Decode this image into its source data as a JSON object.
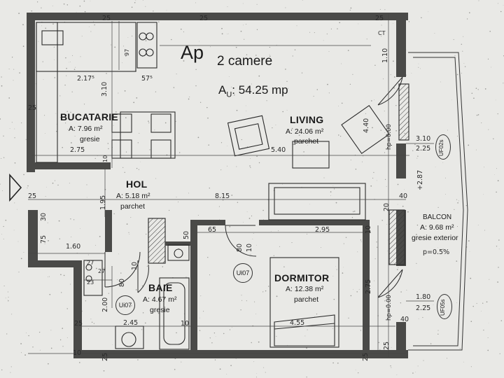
{
  "title": {
    "ap": "Ap",
    "rooms": "2 camere",
    "au_label": "A",
    "au_sub": "U",
    "au_value": ": 54.25 mp"
  },
  "rooms": {
    "bucatarie": {
      "name": "BUCATARIE",
      "area": "A: 7.96 m²",
      "material": "gresie"
    },
    "living": {
      "name": "LIVING",
      "area": "A: 24.06 m²",
      "material": "parchet"
    },
    "hol": {
      "name": "HOL",
      "area": "A: 5.18 m²",
      "material": "parchet"
    },
    "baie": {
      "name": "BAIE",
      "area": "A: 4.67 m²",
      "material": "gresie"
    },
    "dormitor": {
      "name": "DORMITOR",
      "area": "A: 12.38 m²",
      "material": "parchet"
    },
    "balcon": {
      "name": "BALCON",
      "area": "A: 9.68 m²",
      "material": "gresie exterior",
      "slope": "p=0.5%"
    }
  },
  "tags": {
    "ui07_living": "Ui07",
    "ui07_baie": "Ui07",
    "uf02s": "UF02s",
    "uf05s": "UF05s",
    "ct": "CT"
  },
  "dims": {
    "d25_top1": "25",
    "d25_top2": "25",
    "d25_top3": "25",
    "d217": "2.17⁵",
    "d57": "57⁵",
    "d310": "3.10",
    "d275": "2.75",
    "d540": "5.40",
    "d815": "8.15",
    "d195": "1.95",
    "d160": "1.60",
    "d75": "75",
    "d30": "30",
    "d65": "65",
    "d295": "2.95",
    "d80a": "80",
    "d80b": "80",
    "d10a": "10",
    "d10b": "10",
    "d50": "50",
    "d245": "2.45",
    "d200": "2.00",
    "d455": "4.55",
    "d275b": "2.75",
    "d110": "1.10",
    "d440": "4.40",
    "d310b": "3.10",
    "d225a": "2.25",
    "d287": "+2.87",
    "d180": "1.80",
    "d225b": "2.25",
    "d40a": "40",
    "d40b": "40",
    "d20": "20",
    "d97": "97",
    "d27a": "27",
    "d27b": "27",
    "d23": "23",
    "hp1": "hp=0.00",
    "hp2": "hp=0.00",
    "d25_l1": "25",
    "d25_l2": "25",
    "d25_bot1": "25",
    "d25_bot2": "25",
    "d25_bot3": "25",
    "d25_bot4": "25",
    "d10_bot": "10",
    "d10_bot2": "10",
    "d10_mid": "10",
    "d10_left": "10"
  }
}
